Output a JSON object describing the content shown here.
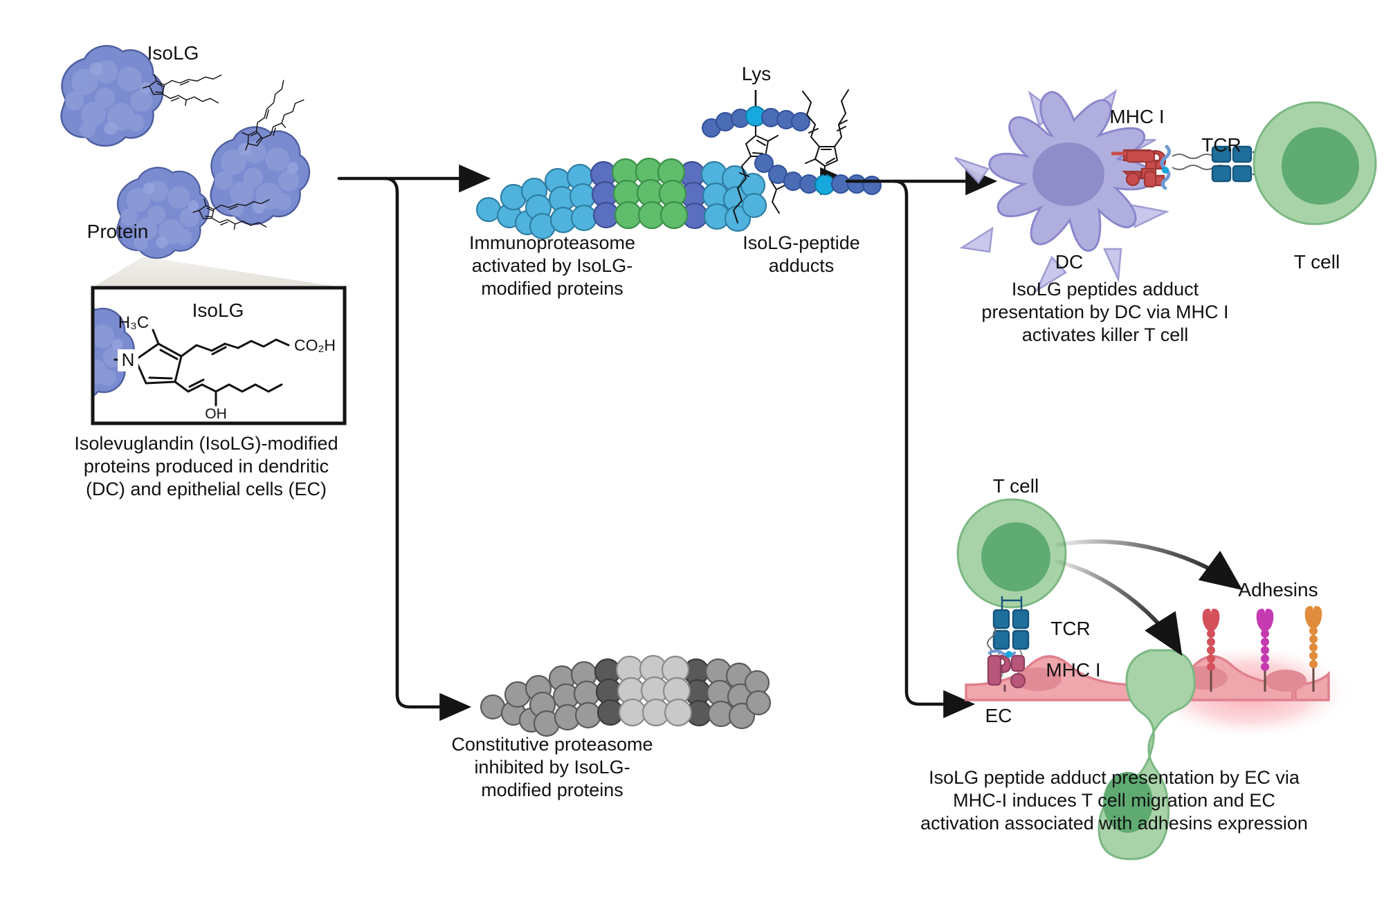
{
  "figure": {
    "title": "IsoLG-modified protein processing and antigen presentation pathway",
    "type": "biological-pathway-diagram",
    "background": "#ffffff"
  },
  "palette": {
    "protein_blob": "#7b8bd0",
    "protein_blob_dark": "#6a7bc4",
    "proteasome_light_blue": "#4fb3dd",
    "proteasome_blue": "#3f9ec9",
    "proteasome_indigo": "#5b6fc0",
    "proteasome_green": "#5fbd6b",
    "constitutive_grey_light": "#c9c9c9",
    "constitutive_grey_mid": "#9a9a9a",
    "constitutive_grey_dark": "#595959",
    "peptide_bead": "#4a6db5",
    "peptide_bead_lys": "#17a8dd",
    "dc_body": "#b0aede",
    "dc_nucleus": "#8f8cc9",
    "tcell_body": "#a8d3a8",
    "tcell_nucleus": "#5fab72",
    "mhc_red": "#c94c4c",
    "mhc_pink": "#b9577a",
    "tcr_blue": "#1f6f9c",
    "ec_pink": "#efa6ad",
    "ec_nucleus": "#e08b95",
    "adhesin_red": "#d4505a",
    "adhesin_magenta": "#c43ab0",
    "adhesin_orange": "#e08c3c",
    "arrow": "#141414",
    "box_border": "#141414",
    "callout_fill": "#e9e6e0"
  },
  "nodes": {
    "protein_label": "Protein",
    "isolg_label_top": "IsoLG",
    "isolg_box_title": "IsoLG",
    "molecule_atoms": {
      "methyl": "H₃C",
      "nitrogen": "N",
      "carboxyl": "CO₂H",
      "hydroxyl": "OH"
    },
    "callout_caption": "Isolevuglandin (IsoLG)-modified\nproteins produced in dendritic\n(DC) and epithelial cells (EC)",
    "immunoproteasome_caption": "Immunoproteasome\nactivated by IsoLG-\nmodified proteins",
    "constitutive_caption": "Constitutive proteasome\ninhibited by IsoLG-\nmodified proteins",
    "adducts_caption": "IsoLG-peptide\nadducts",
    "lys_label": "Lys",
    "dc_label": "DC",
    "tcell_label_top": "T cell",
    "mhc_label_top": "MHC I",
    "tcr_label_top": "TCR",
    "dc_caption": "IsoLG peptides adduct\npresentation by DC via MHC I\nactivates killer T cell",
    "tcell_label_bottom": "T cell",
    "tcr_label_bottom": "TCR",
    "mhc_label_bottom": "MHC I",
    "ec_label": "EC",
    "adhesins_label": "Adhesins",
    "ec_caption": "IsoLG peptide adduct presentation by EC via\nMHC-I induces T cell migration and EC\nactivation associated with adhesins expression"
  },
  "icons": {
    "protein_blob": "protein-blob-icon",
    "isolg_molecule": "isolg-molecule-icon",
    "immunoproteasome": "immunoproteasome-icon",
    "constitutive_proteasome": "constitutive-proteasome-icon",
    "peptide_chain": "peptide-chain-icon",
    "dendritic_cell": "dendritic-cell-icon",
    "t_cell": "t-cell-icon",
    "mhc_class_one": "mhc-i-icon",
    "tcr_receptor": "tcr-icon",
    "epithelial_cell": "epithelial-cell-icon",
    "adhesin": "adhesin-icon",
    "branch_arrow": "branch-arrow-icon",
    "straight_arrow": "straight-arrow-icon",
    "curved_arrow": "curved-arrow-icon"
  },
  "arrows": [
    {
      "name": "arrow-proteins-to-branch",
      "kind": "branch",
      "from": "protein-cluster",
      "to": [
        "immunoproteasome",
        "constitutive-proteasome"
      ]
    },
    {
      "name": "arrow-immunoproteasome-to-adducts",
      "kind": "straight",
      "from": "immunoproteasome",
      "to": "isolg-peptide-adducts"
    },
    {
      "name": "arrow-adducts-to-branch",
      "kind": "branch",
      "from": "isolg-peptide-adducts",
      "to": [
        "dc-presentation",
        "ec-presentation"
      ]
    },
    {
      "name": "arrow-tcell-to-transmigration",
      "kind": "curved",
      "from": "t-cell-bottom",
      "to": "transmigrating-t-cell"
    },
    {
      "name": "arrow-tcell-to-adhesins",
      "kind": "curved",
      "from": "t-cell-bottom",
      "to": "adhesins"
    }
  ]
}
